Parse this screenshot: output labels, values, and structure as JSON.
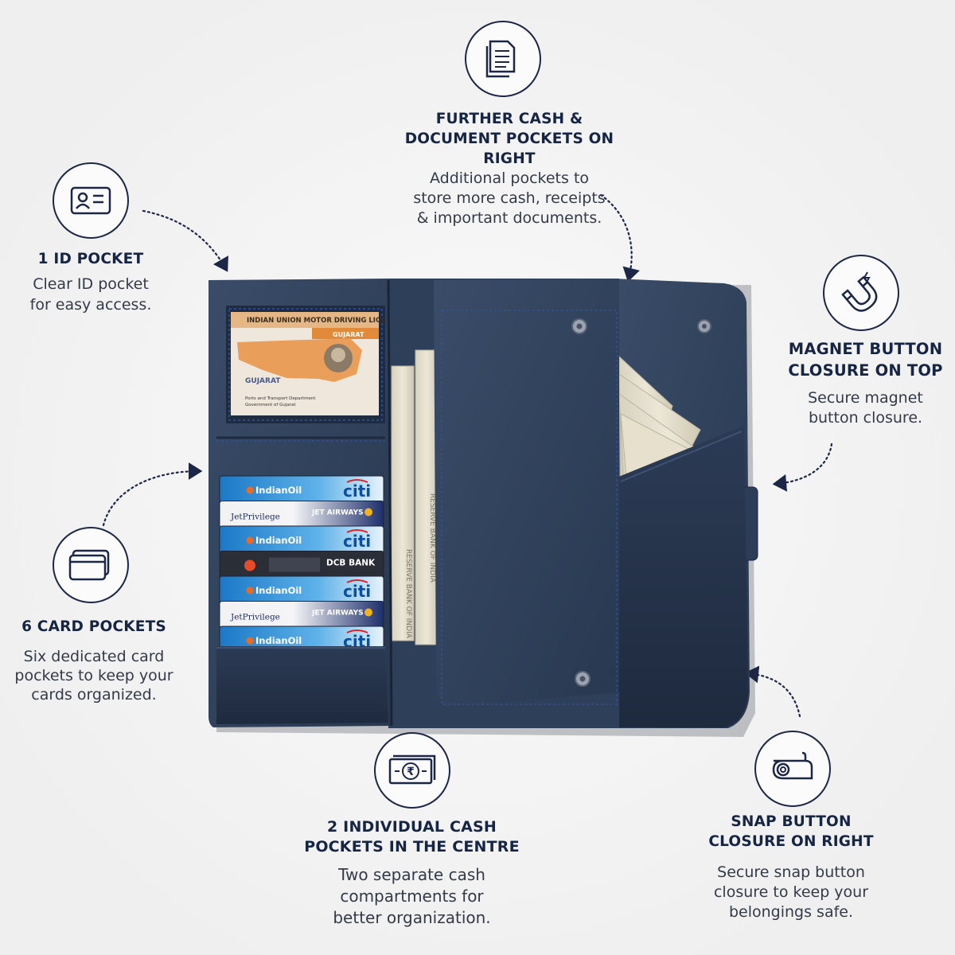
{
  "features": {
    "id_pocket": {
      "icon": "id-card-icon",
      "title": "1 ID POCKET",
      "desc_lines": [
        "Clear ID pocket",
        "for easy access."
      ]
    },
    "card_pockets": {
      "icon": "cards-icon",
      "title": "6 CARD POCKETS",
      "desc_lines": [
        "Six dedicated card",
        "pockets to keep your",
        "cards organized."
      ]
    },
    "document_pockets": {
      "icon": "documents-icon",
      "title_lines": [
        "FURTHER CASH &",
        "DOCUMENT POCKETS ON",
        "RIGHT"
      ],
      "desc_lines": [
        "Additional pockets to",
        "store more cash, receipts",
        "& important documents."
      ]
    },
    "magnet_button": {
      "icon": "magnet-icon",
      "title_lines": [
        "MAGNET BUTTON",
        "CLOSURE ON TOP"
      ],
      "desc_lines": [
        "Secure magnet",
        "button closure."
      ]
    },
    "cash_pockets": {
      "icon": "rupee-note-icon",
      "title_lines": [
        "2 INDIVIDUAL CASH",
        "POCKETS IN THE CENTRE"
      ],
      "desc_lines": [
        "Two separate cash",
        "compartments for",
        "better organization."
      ]
    },
    "snap_button": {
      "icon": "snap-button-icon",
      "title_lines": [
        "SNAP BUTTON",
        "CLOSURE ON RIGHT"
      ],
      "desc_lines": [
        "Secure snap button",
        "closure to keep your",
        "belongings safe."
      ]
    }
  },
  "id_card": {
    "header": "INDIAN UNION MOTOR DRIVING LICE",
    "state_header": "GUJARAT",
    "state_logo_text": "GUJARAT",
    "dept_lines": [
      "Ports and Transport Department",
      "Government of Gujarat"
    ]
  },
  "cards": [
    {
      "type": "citi",
      "brand": "IndianOil",
      "right": "citi"
    },
    {
      "type": "jet",
      "brand": "JetPrivilege",
      "right": "JET AIRWAYS"
    },
    {
      "type": "citi",
      "brand": "IndianOil",
      "right": "citi"
    },
    {
      "type": "dcb",
      "brand": "",
      "right": "DCB BANK"
    },
    {
      "type": "citi",
      "brand": "IndianOil",
      "right": "citi"
    },
    {
      "type": "jet",
      "brand": "JetPrivilege",
      "right": "JET AIRWAYS"
    },
    {
      "type": "citi",
      "brand": "IndianOil",
      "right": "citi"
    }
  ],
  "banknote_texts": {
    "reserve_bank": "RESERVE BANK OF INDIA"
  },
  "colors": {
    "navy": "#1c2747",
    "wallet": "#34455f",
    "wallet_dark": "#202c40",
    "stitch": "#2f53a8"
  }
}
